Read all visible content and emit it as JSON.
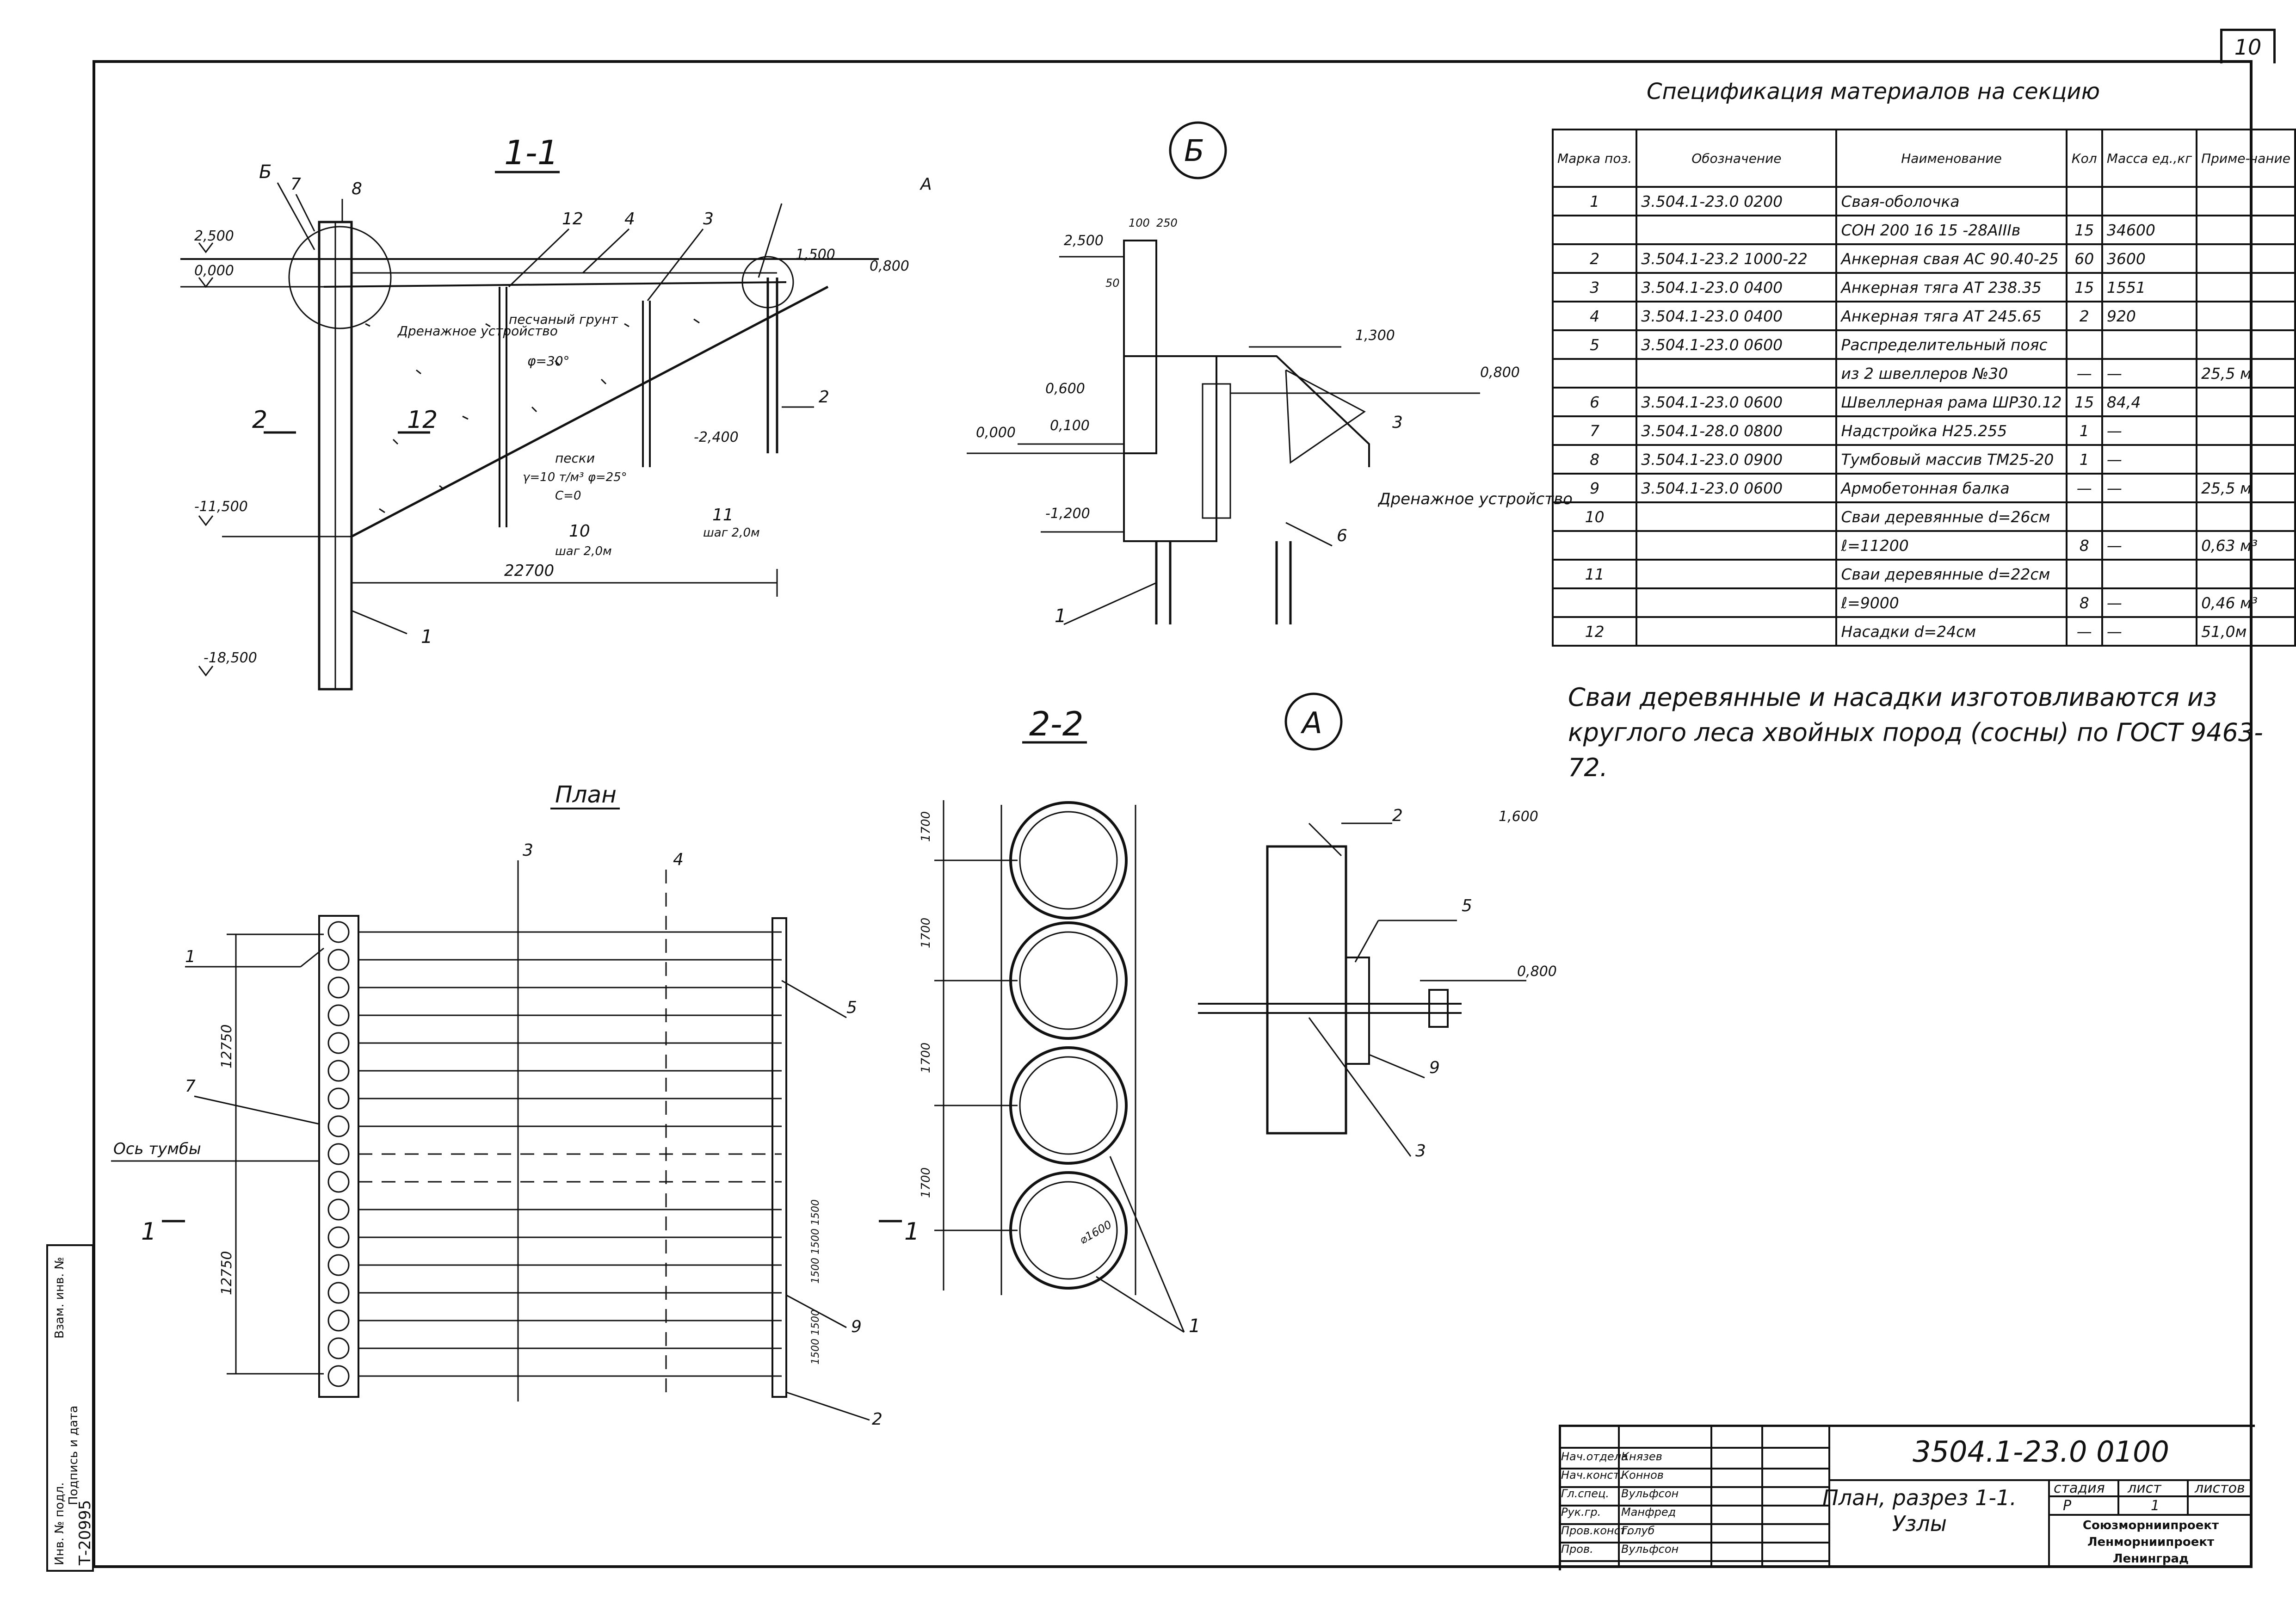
{
  "sheet_number": "10",
  "views": {
    "section_1_1": "1-1",
    "node_b": "Б",
    "node_a": "А",
    "section_2_2": "2-2",
    "plan": "План"
  },
  "section_labels": {
    "b": "Б",
    "n7": "7",
    "n8": "8",
    "n12a": "12",
    "n4": "4",
    "n3": "3",
    "a": "А",
    "el_2500": "2,500",
    "el_0000": "0,000",
    "el_1500": "1,500",
    "el_0800": "0,800",
    "drain": "Дренажное устройство",
    "sand": "песчаный грунт",
    "phi30": "φ=30°",
    "n2left": "2",
    "n12": "12",
    "el_2400": "-2,400",
    "n2": "2",
    "sands": "пески",
    "sands2": "γ=10 т/м³  φ=25°",
    "c0": "C=0",
    "el_11500": "-11,500",
    "n10": "10",
    "step1": "шаг 2,0м",
    "n11": "11",
    "step2": "шаг 2,0м",
    "dim_22700": "22700",
    "n1": "1",
    "el_18500": "-18,500"
  },
  "node_b_labels": {
    "d100": "100",
    "d250": "250",
    "el_2500": "2,500",
    "d50": "50",
    "el_1300": "1,300",
    "el_0800": "0,800",
    "el_0600": "0,600",
    "el_0100": "0,100",
    "el_0000": "0,000",
    "n3": "3",
    "drain": "Дренажное устройство",
    "el_1200": "-1,200",
    "n6": "6",
    "n1": "1"
  },
  "plan_labels": {
    "n3": "3",
    "n4": "4",
    "n1": "1",
    "n5": "5",
    "n7": "7",
    "axis": "Ось тумбы",
    "d12750a": "12750",
    "d12750b": "12750",
    "cut_left": "1",
    "cut_right": "1",
    "n9": "9",
    "n2": "2",
    "dims": "1500 1500 1500",
    "dims2": "1500 1500"
  },
  "section_2_2_labels": {
    "d1700a": "1700",
    "d1700b": "1700",
    "d1700c": "1700",
    "d1700d": "1700",
    "diam": "⌀1600",
    "n1": "1"
  },
  "node_a_labels": {
    "n2": "2",
    "el_1600": "1,600",
    "n5": "5",
    "el_0800": "0,800",
    "n9": "9",
    "n3": "3"
  },
  "spec": {
    "title": "Спецификация материалов на секцию",
    "headers": [
      "Марка поз.",
      "Обозначение",
      "Наименование",
      "Кол",
      "Масса ед.,кг",
      "Приме-чание"
    ],
    "rows": [
      [
        "1",
        "3.504.1-23.0  0200",
        "Свая-оболочка",
        "",
        "",
        ""
      ],
      [
        "",
        "",
        "СОН 200 16 15 -28АIIIв",
        "15",
        "34600",
        ""
      ],
      [
        "2",
        "3.504.1-23.2  1000-22",
        "Анкерная свая АС 90.40-25",
        "60",
        "3600",
        ""
      ],
      [
        "3",
        "3.504.1-23.0  0400",
        "Анкерная тяга АТ 238.35",
        "15",
        "1551",
        ""
      ],
      [
        "4",
        "3.504.1-23.0  0400",
        "Анкерная тяга АТ 245.65",
        "2",
        "920",
        ""
      ],
      [
        "5",
        "3.504.1-23.0  0600",
        "Распределительный пояс",
        "",
        "",
        ""
      ],
      [
        "",
        "",
        "из 2 швеллеров №30",
        "—",
        "—",
        "25,5 м"
      ],
      [
        "6",
        "3.504.1-23.0  0600",
        "Швеллерная рама ШР30.12",
        "15",
        "84,4",
        ""
      ],
      [
        "7",
        "3.504.1-28.0  0800",
        "Надстройка Н25.255",
        "1",
        "—",
        ""
      ],
      [
        "8",
        "3.504.1-23.0  0900",
        "Тумбовый массив ТМ25-20",
        "1",
        "—",
        ""
      ],
      [
        "9",
        "3.504.1-23.0  0600",
        "Армобетонная балка",
        "—",
        "—",
        "25,5 м"
      ],
      [
        "10",
        "",
        "Сваи деревянные d=26см",
        "",
        "",
        ""
      ],
      [
        "",
        "",
        "ℓ=11200",
        "8",
        "—",
        "0,63 м³"
      ],
      [
        "11",
        "",
        "Сваи деревянные d=22см",
        "",
        "",
        ""
      ],
      [
        "",
        "",
        "ℓ=9000",
        "8",
        "—",
        "0,46 м³"
      ],
      [
        "12",
        "",
        "Насадки d=24см",
        "—",
        "—",
        "51,0м"
      ]
    ]
  },
  "note": {
    "line1": "Сваи деревянные и насадки изготовливаются из",
    "line2": "круглого леса хвойных пород (сосны) по ГОСТ 9463-72."
  },
  "title_block": {
    "code": "3504.1-23.0  0100",
    "sheet_name": "План, разрез 1-1. Узлы",
    "stage_h": "стадия",
    "sheet_h": "лист",
    "sheets_h": "листов",
    "stage": "Р",
    "sheet": "1",
    "sheets": "",
    "org1": "Союзморниипроект",
    "org2": "Ленморниипроект",
    "city": "Ленинград",
    "roles": [
      [
        "Нач.отдела",
        "Князев"
      ],
      [
        "Нач.конст.",
        "Коннов"
      ],
      [
        "Гл.спец.",
        "Вульфсон"
      ],
      [
        "Рук.гр.",
        "Манфред"
      ],
      [
        "Пров.конст.",
        "Голуб"
      ],
      [
        "Пров.",
        "Вульфсон"
      ]
    ]
  },
  "stamp": {
    "inv": "Инв. № подл.",
    "sign": "Подпись и дата",
    "inst": "Взам. инв. №",
    "num": "Т-20995"
  }
}
